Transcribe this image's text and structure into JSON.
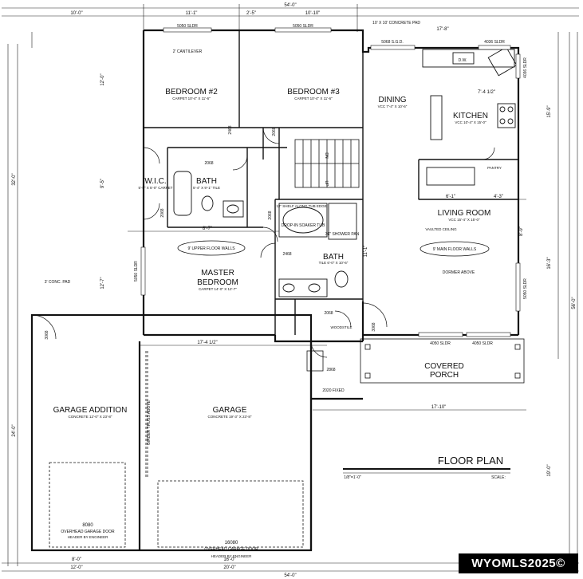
{
  "rooms": {
    "bedroom2": "BEDROOM #2",
    "bedroom2_sub": "CARPET      10'-4\" X 11'-6\"",
    "bedroom3": "BEDROOM #3",
    "bedroom3_sub": "CARPET      10'-4\" X 11'-6\"",
    "dining": "DINING",
    "dining_sub": "VCC   7'-4\" X 10'-6\"",
    "kitchen": "KITCHEN",
    "kitchen_sub": "VCC   10'-4\" X 15'-0\"",
    "living": "LIVING ROOM",
    "living_sub": "VCC   15'-4\" X 15'-0\"",
    "wic": "W.I.C.",
    "wic_sub": "5'-5\" X 5'-0\"  CARPET",
    "bath1": "BATH",
    "bath1_sub": "5'-4\" X 9'-1\"  TILE",
    "master": "MASTER",
    "master2": "BEDROOM",
    "master_sub": "CARPET   14'-0\" X 12'-7\"",
    "bath2": "BATH",
    "bath2_sub": "TILE   6'-0\" X 10'-6\"",
    "covered": "COVERED",
    "porch": "PORCH",
    "garage_add": "GARAGE ADDITION",
    "garage_add_sub": "CONCRETE   12'-0\" X 23'-8\"",
    "garage": "GARAGE",
    "garage_sub": "CONCRETE   19'-3\" X 23'-8\""
  },
  "notes": {
    "upper_walls": "9' UPPER FLOOR WALLS",
    "main_walls": "9' MAIN FLOOR WALLS",
    "dormer": "DORMER ABOVE",
    "vaulted": "VAULTED CEILING",
    "cantilever": "2' CANTILEVER",
    "soaker": "DROP-IN SOAKER TUB",
    "shelf": "12\" SHELF ALONG TUB EDGE",
    "shower": "36\" SHOWER PAN",
    "girder": "GIRDER TRUSS ABOVE",
    "conc_pad_top": "10' X 10' CONCRETE PAD",
    "conc_pad_left": "3' CONC. PAD",
    "garage_door_small": "8080",
    "garage_door_small_label": "OVERHEAD GARAGE DOOR",
    "garage_door_big": "16080",
    "garage_door_big_label": "OVERHEAD GARAGE DOOR",
    "header": "HEADER BY ENGINEER",
    "sldr_5050_a": "5050 SLDR",
    "sldr_5050_b": "5050 SLDR",
    "sldr_5050_left": "5050 SLDR",
    "sldr_5050_right": "5050 SLDR",
    "sgd": "5068 S.G.D.",
    "sldr_4036_top": "4036 SLDR",
    "sldr_4036_side": "4036 SLDR",
    "sldr_4050_a": "4050 SLDR",
    "sldr_4050_b": "4050 SLDR",
    "door_2068_a": "2068",
    "door_2068_b": "2068",
    "door_2068_c": "2068",
    "door_2068_d": "2068",
    "door_2068_e": "2068",
    "door_2468_a": "2468",
    "door_2468_b": "2468",
    "door_2868": "2868",
    "door_3068_a": "3068",
    "door_3068_b": "3068",
    "fixed": "2020 FIXED",
    "dw": "D.W.",
    "pantry": "PANTRY",
    "dn": "DN",
    "up": "UP",
    "woodstile": "WOODSTILE"
  },
  "dims": {
    "top_total": "54'-0\"",
    "top_a": "10'-0\"",
    "top_b": "11'-1\"",
    "top_c": "2'-5\"",
    "top_d": "10'-10\"",
    "top_e": "17'-8\"",
    "left_total": "32'-0\"",
    "left_a": "12'-0\"",
    "left_b": "9'-5\"",
    "right_total": "56'-0\"",
    "right_a": "15'-9\"",
    "right_b": "16'-3\"",
    "garage_depth": "24'-0\"",
    "porch_depth": "19'-0\"",
    "bot_total": "54'-0\"",
    "bot_a": "12'-0\"",
    "bot_b": "20'-0\"",
    "bot_c": "16'-0\"",
    "bot_d": "8'-0\"",
    "wall_174": "17'-4 1/2\"",
    "porch_width": "17'-10\"",
    "living_61": "6'-1\"",
    "living_43": "4'-3\"",
    "dim_74": "7'-4 1/2\"",
    "dim_89": "8'-9\"",
    "dim_111": "11'-1\"",
    "dim_127": "12'-7\"",
    "dim_87": "8'-7\""
  },
  "plan_title": "FLOOR PLAN",
  "scale": "1/8\"=1'-0\"",
  "scale_label": "SCALE:",
  "logo": "WYOMLS2025©"
}
